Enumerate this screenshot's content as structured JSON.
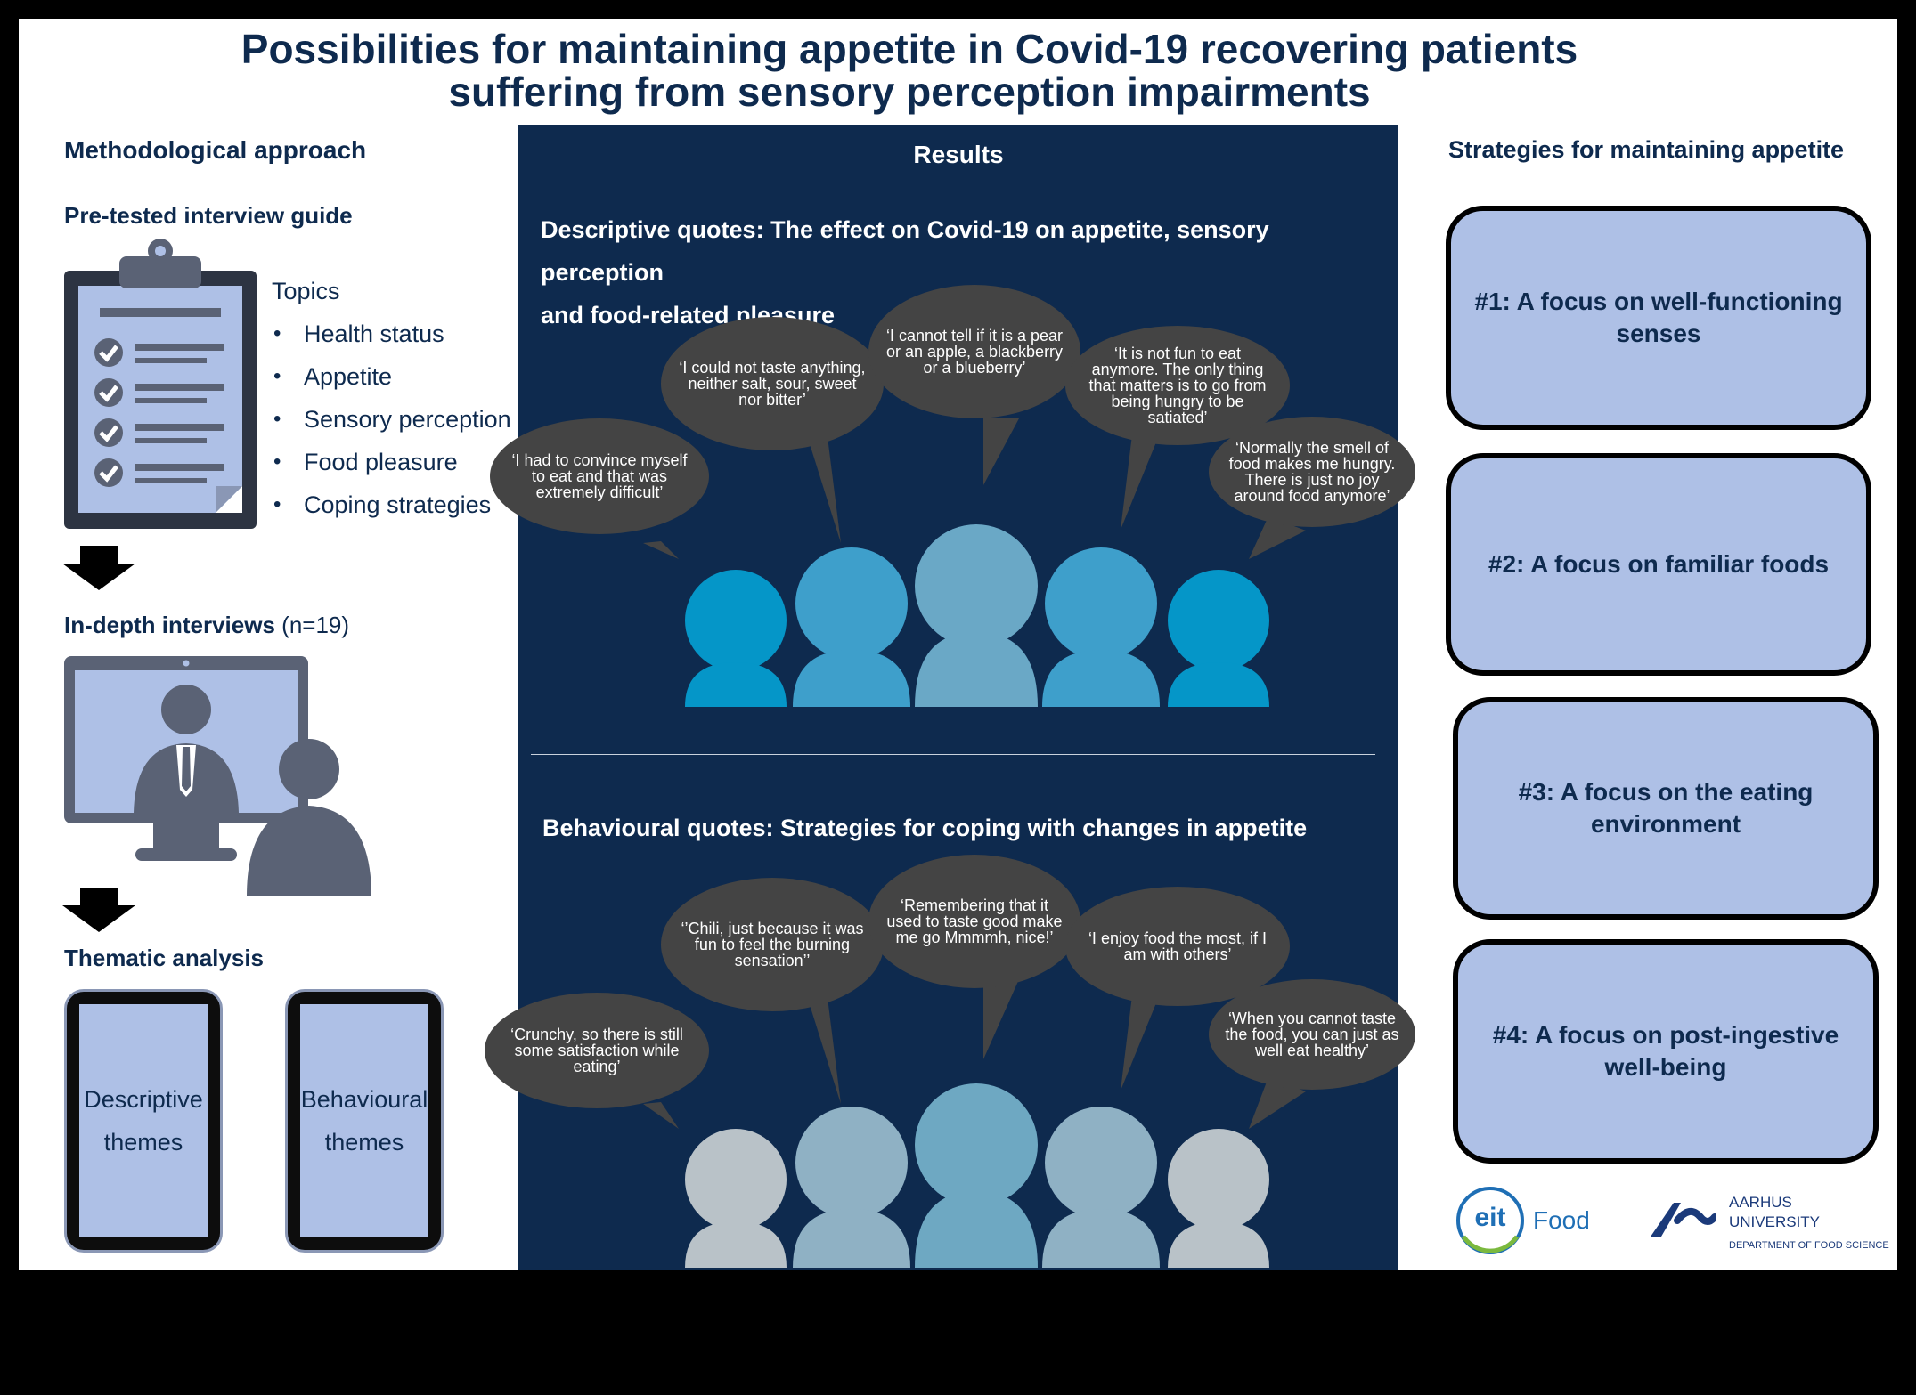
{
  "title": {
    "line1": "Possibilities for maintaining appetite in Covid-19 recovering patients",
    "line2": "suffering from sensory perception impairments"
  },
  "method": {
    "heading": "Methodological approach",
    "guide_heading": "Pre-tested interview guide",
    "topics_label": "Topics",
    "topics": [
      "Health status",
      "Appetite",
      "Sensory perception",
      "Food pleasure",
      "Coping strategies"
    ],
    "interviews_heading": "In-depth interviews",
    "interviews_count": "(n=19)",
    "analysis_heading": "Thematic analysis",
    "themes": [
      {
        "line1": "Descriptive",
        "line2": "themes"
      },
      {
        "line1": "Behavioural",
        "line2": "themes"
      }
    ]
  },
  "results": {
    "heading": "Results",
    "descriptive_heading_line1": "Descriptive quotes: The effect on Covid-19 on appetite, sensory perception",
    "descriptive_heading_line2": "and food-related pleasure",
    "descriptive_quotes": [
      "‘I had to convince myself to eat and that was extremely difficult’",
      "‘I could not taste anything, neither salt, sour, sweet nor bitter’",
      "‘I cannot tell if it is a pear or an apple, a blackberry or a blueberry’",
      "‘It is not fun to eat anymore. The only thing that matters is to go from being hungry to be satiated’",
      "‘Normally the smell of food makes me hungry. There is just no joy around food anymore’"
    ],
    "behavioural_heading": "Behavioural quotes: Strategies for coping with changes in appetite",
    "behavioural_quotes": [
      "‘Crunchy, so there is still some satisfaction while eating’",
      "‘’Chili, just because it was fun to feel the burning sensation’’",
      "‘Remembering that it used to taste good make me go Mmmmh, nice!’",
      "‘I enjoy food the most, if I am with others’",
      "‘When you cannot taste the food, you can just as well eat healthy’"
    ]
  },
  "strategies": {
    "heading": "Strategies for maintaining appetite",
    "items": [
      "#1: A focus on well-functioning senses",
      "#2: A focus on familiar foods",
      "#3: A focus on the eating environment",
      "#4:  A focus on post-ingestive well-being"
    ]
  },
  "logos": {
    "eit_mark": "eit",
    "eit_text": "Food",
    "au_line1": "AARHUS",
    "au_line2": "UNIVERSITY",
    "au_line3": "DEPARTMENT OF FOOD SCIENCE"
  },
  "colors": {
    "navy": "#0e2a4e",
    "panel": "#0e2a4e",
    "light_blue": "#aec0e6",
    "bubble": "#444444",
    "icon_gray": "#5a6275",
    "person_1": "#0596c8",
    "person_2": "#3e9fcb",
    "person_3": "#6aa8c6",
    "person_gray_1": "#b9c2c8",
    "person_gray_2": "#8fb1c4",
    "person_gray_3": "#6ea8c2"
  }
}
